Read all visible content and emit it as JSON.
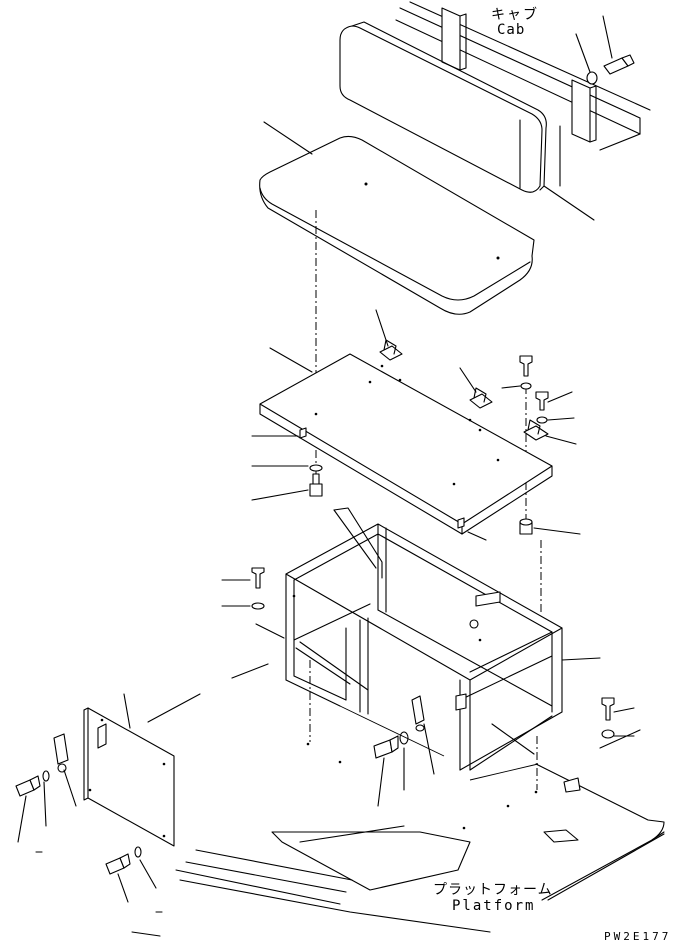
{
  "labels": {
    "cab_jp": "キャブ",
    "cab_en": "Cab",
    "platform_jp": "プラットフォーム",
    "platform_en": "Platform",
    "drawing_code": "PW2E177"
  }
}
